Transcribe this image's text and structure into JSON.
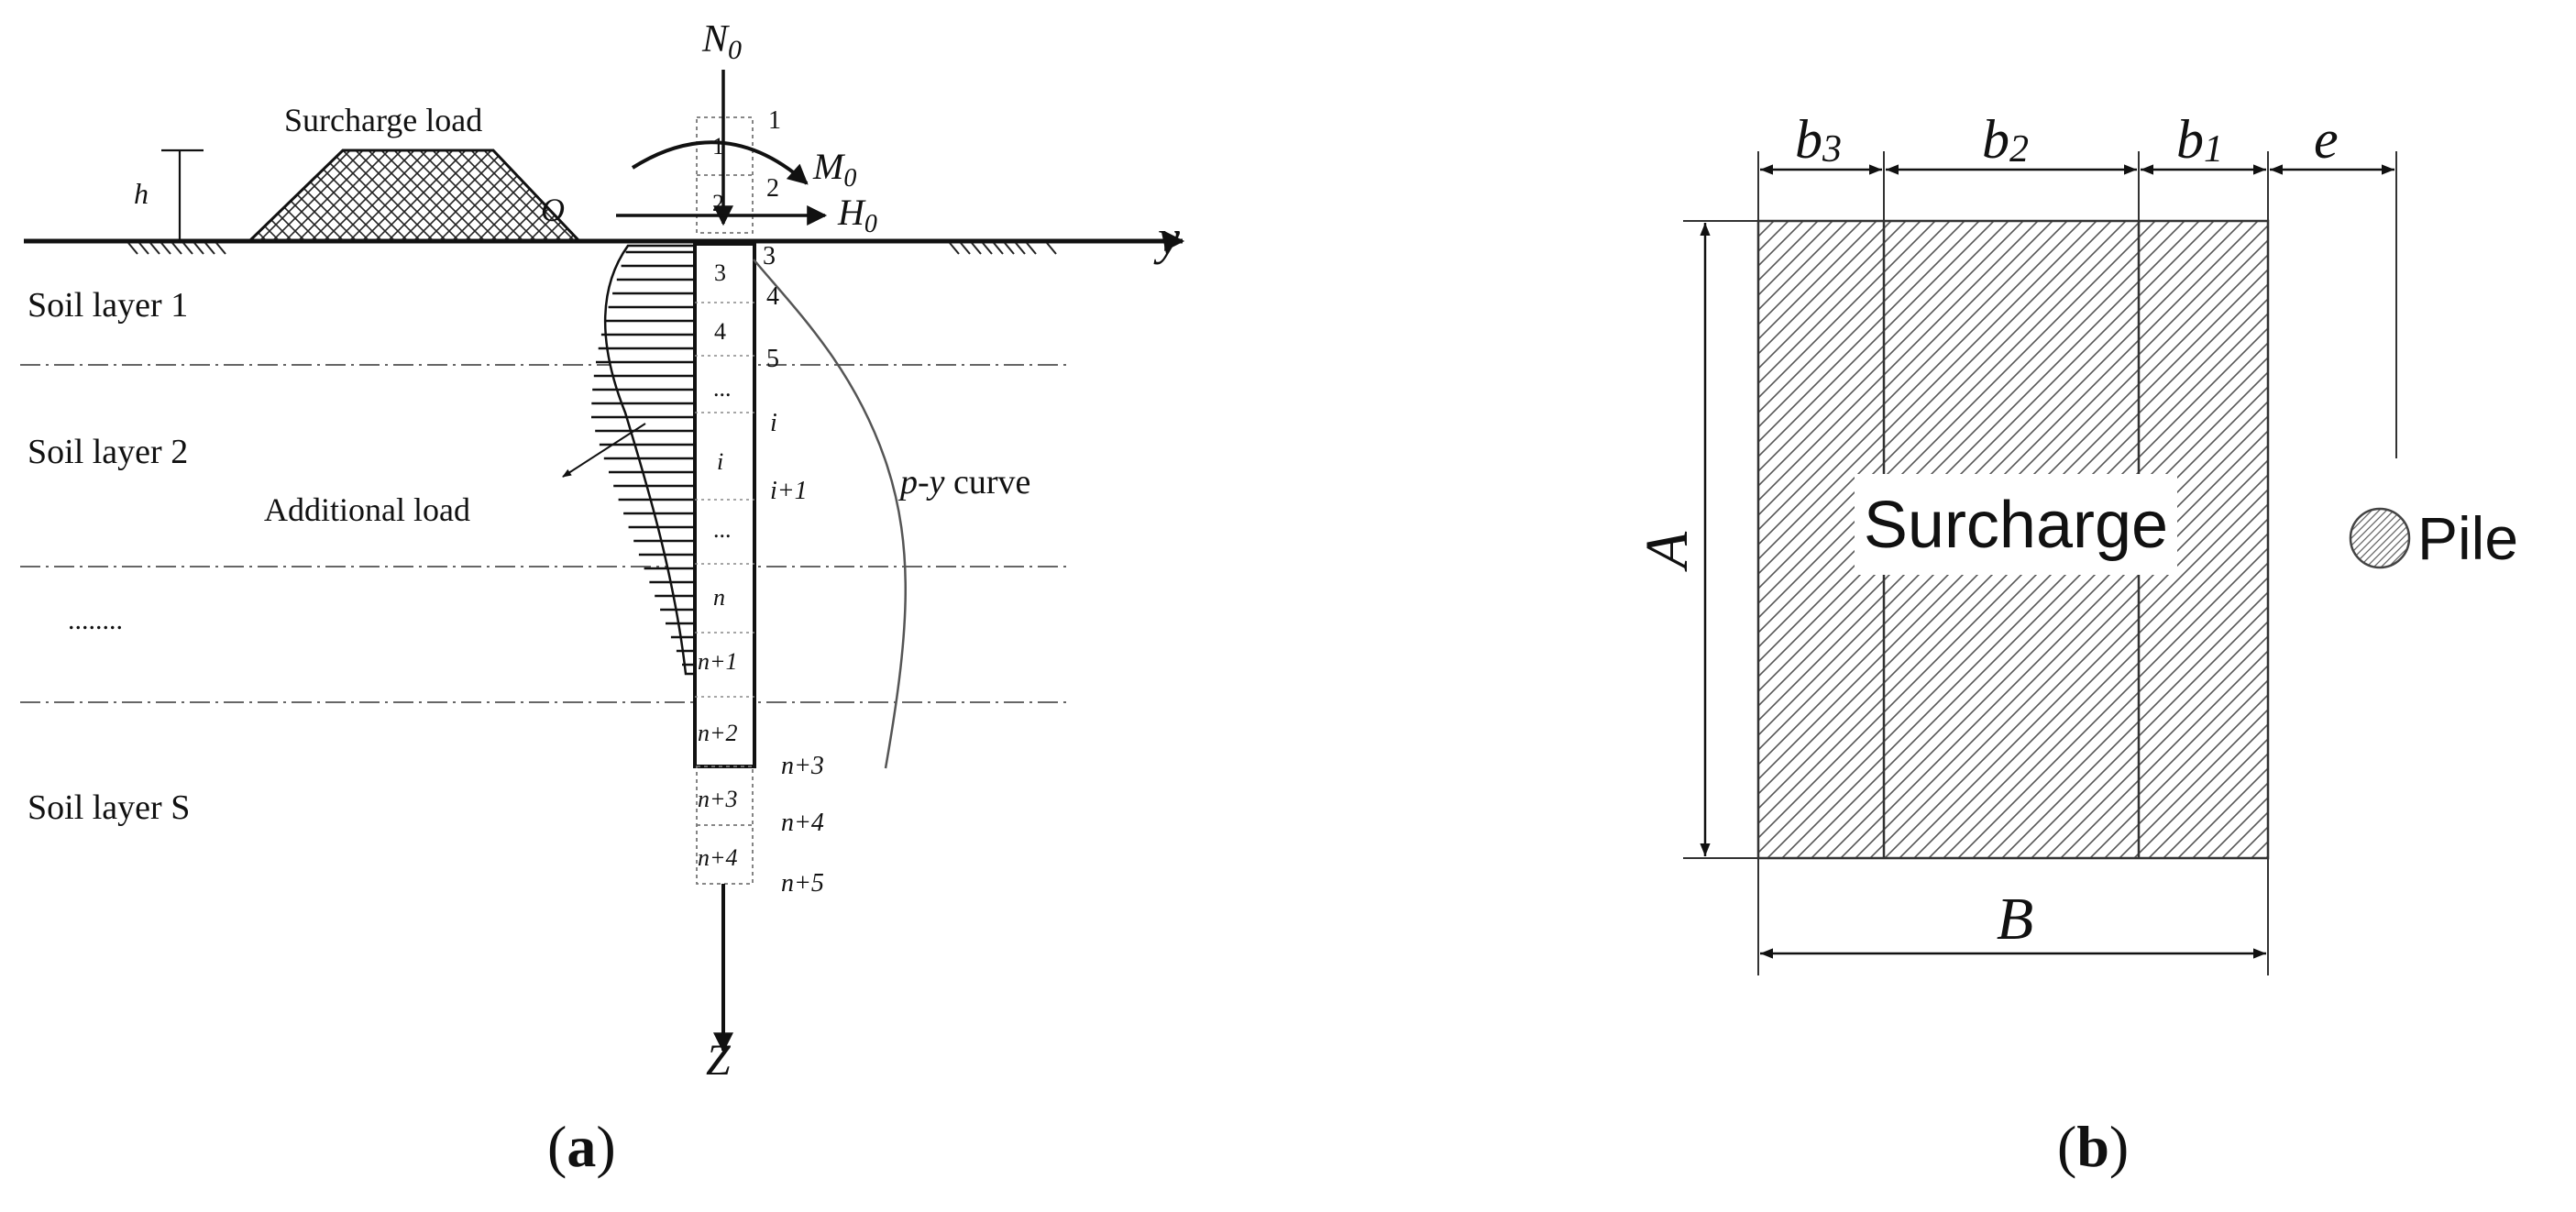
{
  "panel_a": {
    "caption": "(a)",
    "caption_open": "(",
    "caption_letter": "a",
    "caption_close": ")",
    "surcharge_label": "Surcharge load",
    "h_label": "h",
    "origin_label": "O",
    "axial_force_label": "N",
    "axial_force_sub": "0",
    "moment_label": "M",
    "moment_sub": "0",
    "shear_label": "H",
    "shear_sub": "0",
    "y_axis_label": "y",
    "z_axis_label": "Z",
    "soil_layers": [
      "Soil layer 1",
      "Soil layer 2",
      "........",
      "Soil layer S"
    ],
    "additional_load_label": "Additional load",
    "py_curve_italic": "p-y",
    "py_curve_text": " curve",
    "segment_labels_inside": [
      "1",
      "2",
      "3",
      "4",
      "...",
      "i",
      "...",
      "n",
      "n+1",
      "n+2",
      "n+3",
      "n+4"
    ],
    "node_labels": [
      "1",
      "2",
      "3",
      "4",
      "5",
      "i",
      "i+1",
      "n+3",
      "n+4",
      "n+5"
    ]
  },
  "panel_b": {
    "caption": "(b)",
    "caption_open": "(",
    "caption_letter": "b",
    "caption_close": ")",
    "dim_top": [
      "b3",
      "b2",
      "b1",
      "e"
    ],
    "dim_top_base": [
      "b",
      "b",
      "b",
      "e"
    ],
    "dim_top_sub": [
      "3",
      "2",
      "1",
      ""
    ],
    "dim_left": "A",
    "dim_bottom": "B",
    "surcharge_label": "Surcharge",
    "pile_label": "Pile"
  }
}
